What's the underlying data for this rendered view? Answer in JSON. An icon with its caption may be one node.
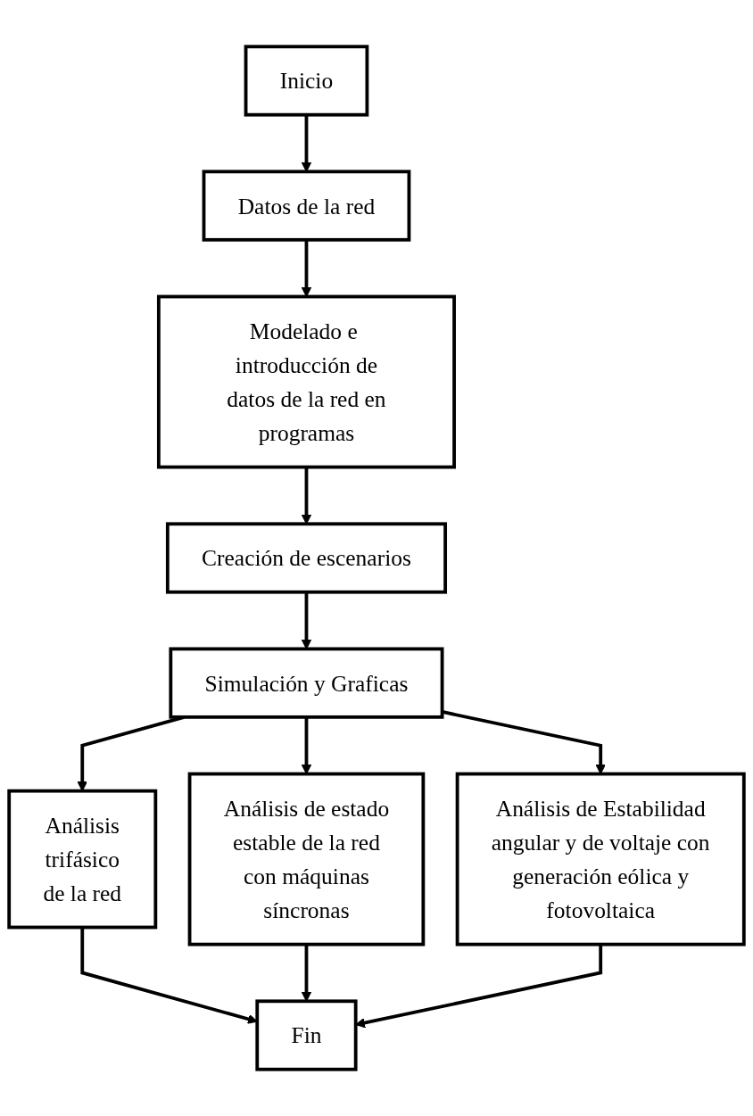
{
  "diagram": {
    "nodes": [
      {
        "text": [
          "Inicio"
        ]
      },
      {
        "text": [
          "Datos de la red"
        ]
      },
      {
        "text": [
          "Modelado e introducción de datos de la red en programas"
        ]
      },
      {
        "text": [
          "Creación de escenarios"
        ]
      },
      {
        "text": [
          "Simulación y Graficas"
        ]
      },
      {
        "text": [
          "Análisis trifásico de la red"
        ]
      },
      {
        "text": [
          "Análisis de estado estable de la red con máquinas síncronas"
        ]
      },
      {
        "text": [
          "Análisis de Estabilidad angular y de voltaje con generación eólica y fotovoltaica"
        ]
      },
      {
        "text": [
          "Fin"
        ]
      }
    ],
    "edges": [
      {
        "from": 0,
        "to": 1,
        "arrow": "to"
      },
      {
        "from": 1,
        "to": 2,
        "arrow": "to"
      },
      {
        "from": 2,
        "to": 3,
        "arrow": "to"
      },
      {
        "from": 3,
        "to": 4,
        "arrow": "to"
      },
      {
        "from": 4,
        "to": 5,
        "arrow": "to"
      },
      {
        "from": 4,
        "to": 6,
        "arrow": "to"
      },
      {
        "from": 4,
        "to": 7,
        "arrow": "to"
      },
      {
        "from": 5,
        "to": 8,
        "arrow": "to"
      },
      {
        "from": 6,
        "to": 8,
        "arrow": "to"
      },
      {
        "from": 7,
        "to": 8,
        "arrow": "to"
      }
    ]
  }
}
